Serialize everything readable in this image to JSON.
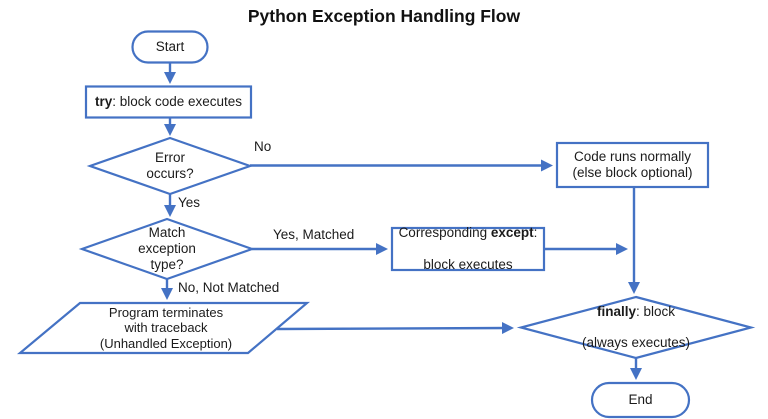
{
  "title": "Python Exception Handling Flow",
  "colors": {
    "accent": "#4472C4",
    "text": "#1b1b1b"
  },
  "nodes": {
    "start": {
      "label": "Start"
    },
    "try_block": {
      "keyword": "try",
      "rest": ": block code executes"
    },
    "error_decision": {
      "text": "Error\noccurs?"
    },
    "code_runs": {
      "text": "Code runs normally\n(else block optional)"
    },
    "match_decision": {
      "text": "Match\nexception\ntype?"
    },
    "except_block": {
      "prefix": "Corresponding ",
      "keyword": "except",
      "suffix": ":",
      "line2": "block executes"
    },
    "terminate": {
      "text": "Program terminates\nwith traceback\n(Unhandled Exception)"
    },
    "finally_block": {
      "keyword": "finally",
      "suffix": ": block",
      "line2": "(always executes)"
    },
    "end": {
      "label": "End"
    }
  },
  "edge_labels": {
    "no": "No",
    "yes": "Yes",
    "yes_matched": "Yes, Matched",
    "no_not_matched": "No, Not Matched"
  }
}
